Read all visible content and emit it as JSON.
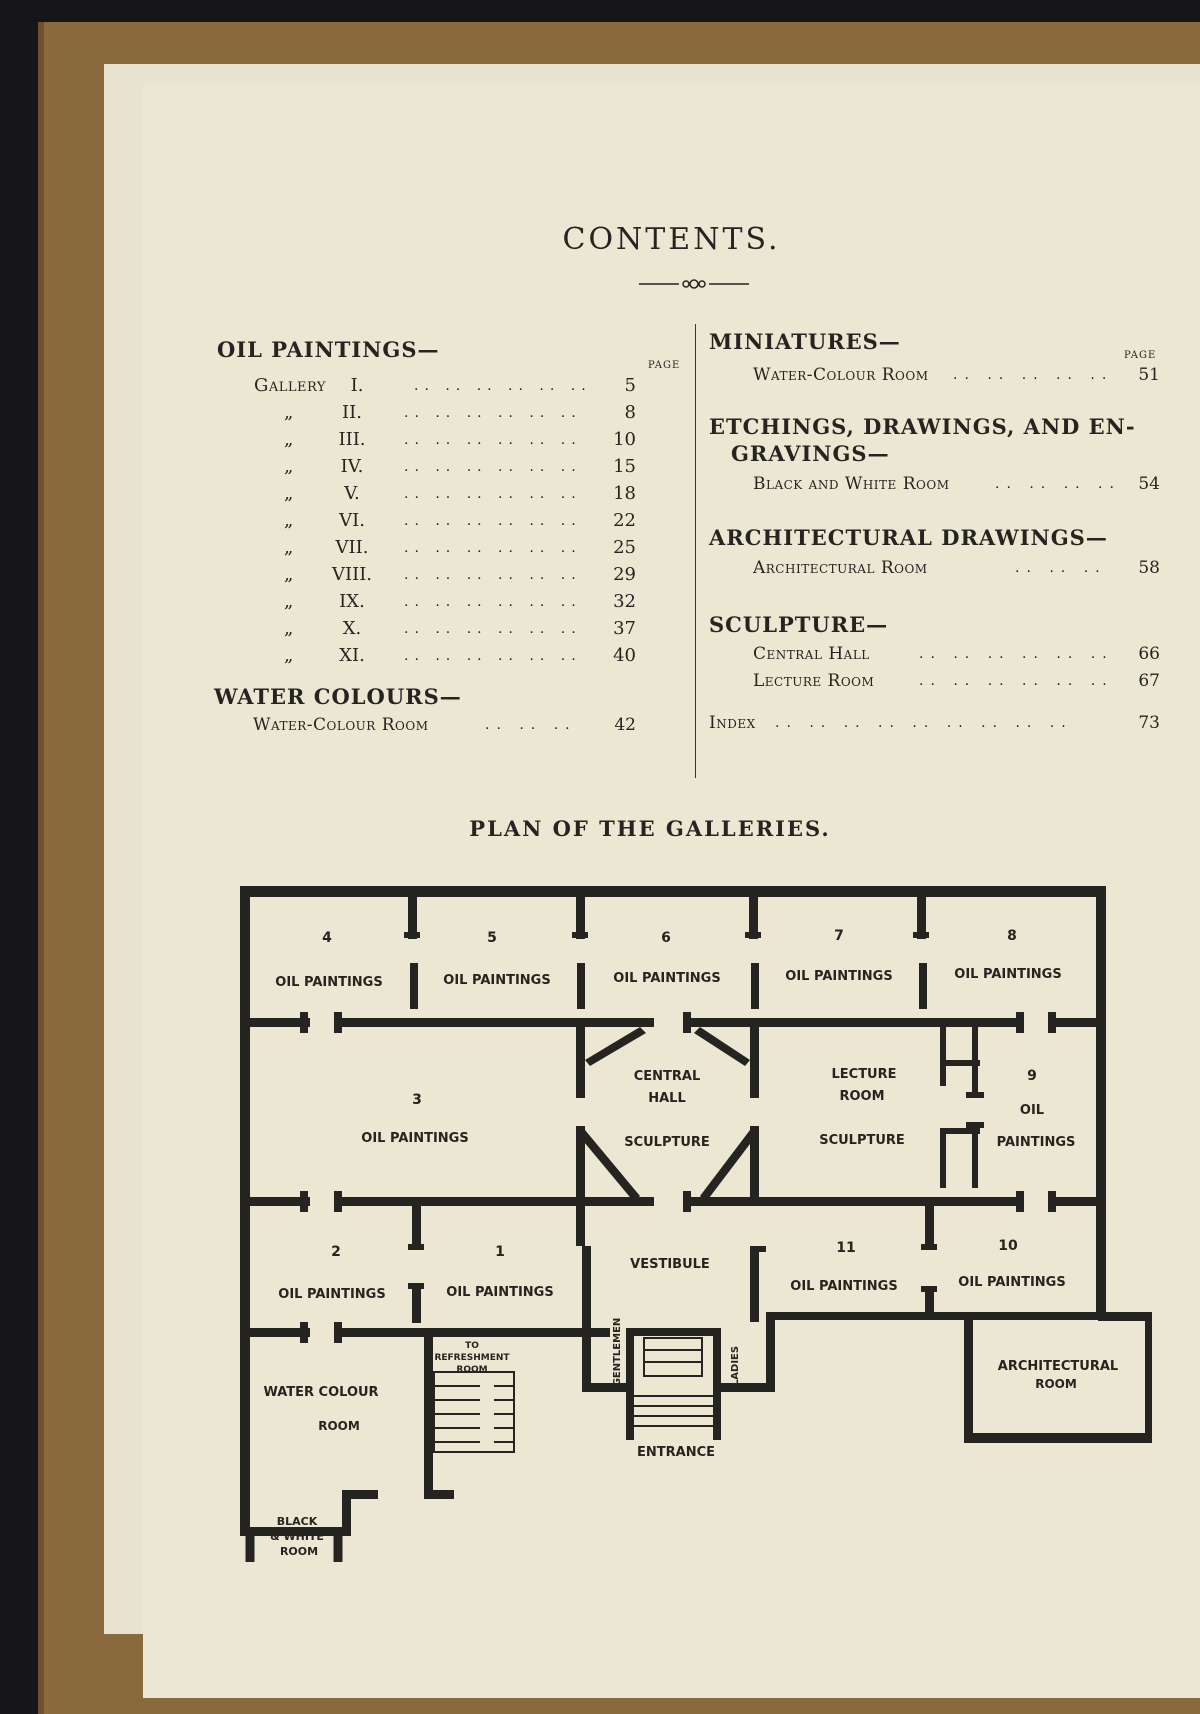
{
  "page": {
    "title": "CONTENTS.",
    "page_label": "PAGE",
    "left": {
      "oil_paintings": {
        "heading": "OIL PAINTINGS—",
        "gallery_word": "Gallery",
        "ditto": "„",
        "rows": [
          {
            "numeral": "I.",
            "page": "5"
          },
          {
            "numeral": "II.",
            "page": "8"
          },
          {
            "numeral": "III.",
            "page": "10"
          },
          {
            "numeral": "IV.",
            "page": "15"
          },
          {
            "numeral": "V.",
            "page": "18"
          },
          {
            "numeral": "VI.",
            "page": "22"
          },
          {
            "numeral": "VII.",
            "page": "25"
          },
          {
            "numeral": "VIII.",
            "page": "29"
          },
          {
            "numeral": "IX.",
            "page": "32"
          },
          {
            "numeral": "X.",
            "page": "37"
          },
          {
            "numeral": "XI.",
            "page": "40"
          }
        ]
      },
      "water_colours": {
        "heading": "WATER COLOURS—",
        "entry": {
          "label": "Water-Colour Room",
          "page": "42"
        }
      }
    },
    "right": {
      "miniatures": {
        "heading": "MINIATURES—",
        "entry": {
          "label": "Water-Colour Room",
          "page": "51"
        }
      },
      "etchings": {
        "heading_line1": "ETCHINGS, DRAWINGS, AND EN-",
        "heading_line2": "GRAVINGS—",
        "entry": {
          "label": "Black and White Room",
          "page": "54"
        }
      },
      "architectural": {
        "heading": "ARCHITECTURAL DRAWINGS—",
        "entry": {
          "label": "Architectural Room",
          "page": "58"
        }
      },
      "sculpture": {
        "heading": "SCULPTURE—",
        "entries": [
          {
            "label": "Central Hall",
            "page": "66"
          },
          {
            "label": "Lecture Room",
            "page": "67"
          }
        ]
      },
      "index": {
        "label": "Index",
        "page": "73"
      }
    },
    "plan": {
      "title": "PLAN OF THE GALLERIES.",
      "labels": {
        "n4": "4",
        "n5": "5",
        "n6": "6",
        "n7": "7",
        "n8": "8",
        "n3": "3",
        "n9": "9",
        "n2": "2",
        "n1": "1",
        "n11": "11",
        "n10": "10",
        "oil_paintings": "OIL PAINTINGS",
        "oil": "OIL",
        "paintings": "PAINTINGS",
        "central": "CENTRAL",
        "hall": "HALL",
        "lecture": "LECTURE",
        "room": "ROOM",
        "sculpture": "SCULPTURE",
        "vestibule": "VESTIBULE",
        "to": "TO",
        "refreshment": "REFRESHMENT",
        "water_colour": "WATER COLOUR",
        "gentlemen": "GENTLEMEN",
        "ladies": "LADIES",
        "entrance": "ENTRANCE",
        "architectural": "ARCHITECTURAL",
        "black": "BLACK",
        "and_white": "& WHITE"
      }
    }
  }
}
